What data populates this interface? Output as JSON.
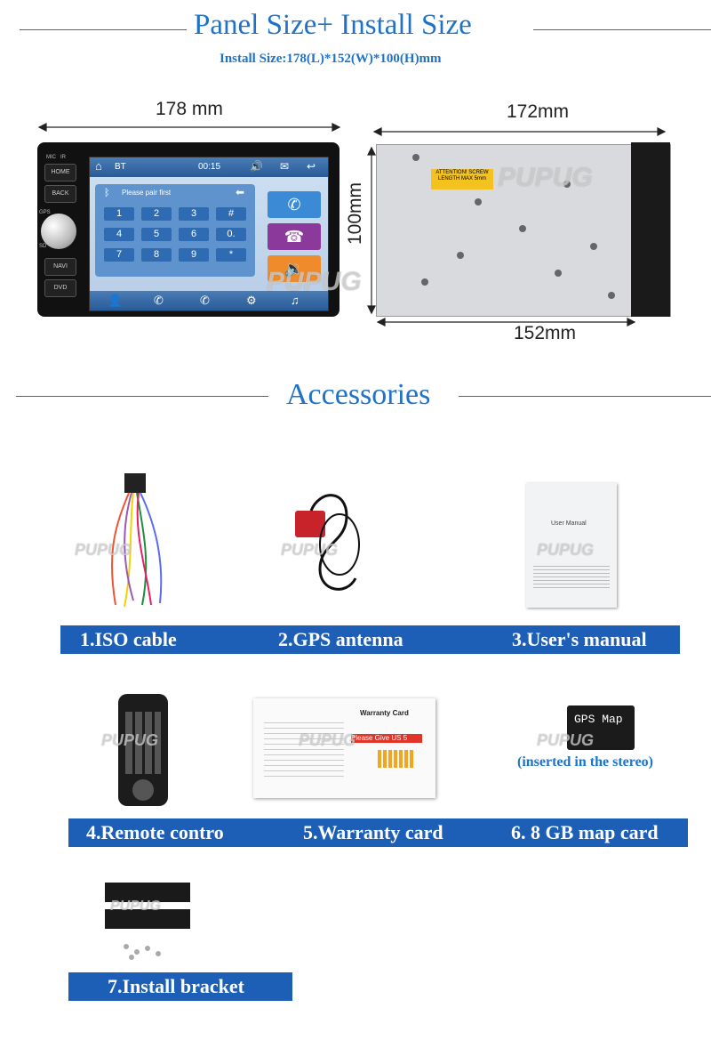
{
  "header": {
    "title": "Panel Size+ Install Size",
    "subtitle": "Install Size:178(L)*152(W)*100(H)mm"
  },
  "dimensions": {
    "front_width": "178",
    "front_width_unit": "mm",
    "side_width": "172mm",
    "height": "100mm",
    "depth": "152mm"
  },
  "stereo_screen": {
    "source": "BT",
    "time": "00:15",
    "prompt": "Please pair first",
    "keys": [
      "1",
      "2",
      "3",
      "#",
      "4",
      "5",
      "6",
      "0.",
      "7",
      "8",
      "9",
      "*"
    ],
    "buttons": [
      "HOME",
      "BACK",
      "NAVI",
      "DVD"
    ],
    "panel_marks": [
      "MIC",
      "IR",
      "GPS",
      "SD"
    ]
  },
  "chassis": {
    "sticker": "ATTENTION! SCREW LENGTH MAX 5mm"
  },
  "watermark": "PUPUG",
  "accessories": {
    "title": "Accessories",
    "items": [
      {
        "label": "1.ISO cable"
      },
      {
        "label": "2.GPS antenna"
      },
      {
        "label": "3.User's manual"
      },
      {
        "label": "4.Remote contro"
      },
      {
        "label": "5.Warranty card"
      },
      {
        "label": "6. 8 GB map card"
      },
      {
        "label": "7.Install bracket"
      }
    ],
    "manual_title": "User Manual",
    "warranty_title": "Warranty Card",
    "warranty_slogan": "Please Give US 5",
    "map_card_text": "GPS Map",
    "map_card_note": "(inserted in the stereo)"
  },
  "colors": {
    "accent": "#1e73c8",
    "label_bar": "#1d5fb6"
  }
}
